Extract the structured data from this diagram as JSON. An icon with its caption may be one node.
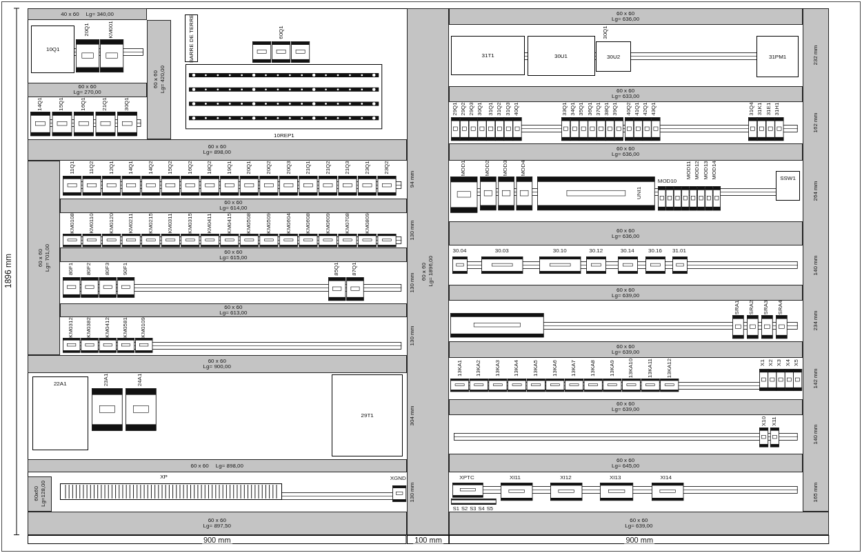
{
  "diagram": {
    "nodes": [
      {
        "text": [
          "40 x 60",
          "Lg= 340,00"
        ]
      },
      {
        "text": [
          "60 x 60",
          "Lg= 420,00"
        ]
      },
      {
        "text": [
          "60 x 60",
          "Lg= 270,00"
        ]
      },
      {
        "text": [
          "10Q1"
        ]
      },
      {
        "text": [
          "BARRE DE TERRE"
        ]
      },
      {
        "text": [
          "10REP1"
        ]
      },
      {
        "text": [
          "60 x 60",
          "Lg= 898,00"
        ]
      },
      {
        "text": [
          "60 x 60",
          "Lg= 701,00"
        ]
      },
      {
        "text": [
          "60 x 60",
          "Lg= 614,00"
        ]
      },
      {
        "text": [
          "60 x 60",
          "Lg= 615,00"
        ]
      },
      {
        "text": [
          "60 x 60",
          "Lg= 613,00"
        ]
      },
      {
        "text": [
          "60 x 60",
          "Lg= 900,00"
        ]
      },
      {
        "text": [
          "22A1"
        ]
      },
      {
        "text": [
          "29T1"
        ]
      },
      {
        "text": [
          "60 x 60",
          "Lg= 898,00"
        ]
      },
      {
        "text": [
          "60x60",
          "Lg=128,00"
        ]
      },
      {
        "text": [
          "XP"
        ]
      },
      {
        "text": [
          "60 x 60",
          "Lg= 897,50"
        ]
      },
      {
        "text": [
          "60 x 60",
          "Lg= 1896,00"
        ]
      },
      {
        "text": [
          "60 x 60",
          "Lg= 636,00"
        ]
      },
      {
        "text": [
          "31T1"
        ]
      },
      {
        "text": [
          "30U1"
        ]
      },
      {
        "text": [
          "30U2"
        ]
      },
      {
        "text": [
          "31PM1"
        ]
      },
      {
        "text": [
          "60 x 60",
          "Lg= 633,00"
        ]
      },
      {
        "text": [
          "60 x 60",
          "Lg= 636,00"
        ]
      },
      {
        "text": [
          "SSW1"
        ]
      },
      {
        "text": [
          "60 x 60",
          "Lg= 636,00"
        ]
      },
      {
        "text": [
          "60 x 60",
          "Lg= 639,00"
        ]
      },
      {
        "text": [
          "60 x 60",
          "Lg= 639,00"
        ]
      },
      {
        "text": [
          "60 x 60",
          "Lg= 639,00"
        ]
      },
      {
        "text": [
          "60 x 60",
          "Lg= 645,00"
        ]
      },
      {
        "text": [
          "60 x 60",
          "Lg= 639,00"
        ]
      },
      {
        "text": [],
        "shape": "box"
      }
    ],
    "labels": [
      "20Q1",
      "KM001",
      "14Q1",
      "15Q1",
      "16Q1",
      "21Q1",
      "30Q1",
      "60Q1",
      "11Q1",
      "11Q2",
      "12Q1",
      "14Q1",
      "14Q2",
      "15Q2",
      "16Q2",
      "18Q2",
      "19Q1",
      "20Q1",
      "20Q2",
      "20Q3",
      "21Q1",
      "21Q2",
      "21Q3",
      "23Q1",
      "23Q2",
      "KM0108",
      "KM0110",
      "KM0120",
      "KM0211",
      "KM0215",
      "KM0311",
      "KM0315",
      "KM0411",
      "KM0415",
      "KM0508",
      "KM0509",
      "KM0604",
      "KM0608",
      "KM0609",
      "KM0708",
      "KM0809",
      "80F1",
      "80F2",
      "80F3",
      "90F1",
      "85Q1",
      "87Q1",
      "KM0312",
      "KM0382",
      "KM0412",
      "KM0581",
      "KM0109",
      "23A1",
      "24A1",
      "XGND",
      "30Q1",
      "29Q1",
      "29Q2",
      "29Q3",
      "30Q1",
      "31Q1",
      "31Q2",
      "31Q3",
      "40Q1",
      "33Q1",
      "34Q1",
      "35Q1",
      "36Q1",
      "37Q1",
      "38Q1",
      "39Q1",
      "40Q2",
      "41Q1",
      "42Q1",
      "43Q1",
      "31Q4",
      "31K1",
      "31E1",
      "31H1",
      "MOD1",
      "MOD2",
      "MOD3",
      "MOD4",
      "MOD10",
      "MOD11",
      "MOD12",
      "MOD13",
      "MOD14",
      "UNI1",
      "30.04",
      "30.03",
      "30.10",
      "30.12",
      "30.14",
      "30.16",
      "31.01",
      "SRA1",
      "SRA2",
      "SRA3",
      "SRA4",
      "13KA1",
      "13KA2",
      "13KA3",
      "13KA4",
      "13KA5",
      "13KA6",
      "13KA7",
      "13KA8",
      "13KA9",
      "13KA10",
      "13KA11",
      "13KA12",
      "X1",
      "X2",
      "X3",
      "X4",
      "X5",
      "X10",
      "X11",
      "XPTC",
      "XI11",
      "XI12",
      "XI13",
      "XI14",
      "S1",
      "S2",
      "S3",
      "S4",
      "S5",
      "1896 mm",
      "900 mm",
      "100 mm",
      "900 mm",
      "94 mm",
      "130 mm",
      "130 mm",
      "130 mm",
      "304 mm",
      "130 mm",
      "232 mm",
      "162 mm",
      "264 mm",
      "140 mm",
      "234 mm",
      "142 mm",
      "140 mm",
      "165 mm"
    ]
  }
}
